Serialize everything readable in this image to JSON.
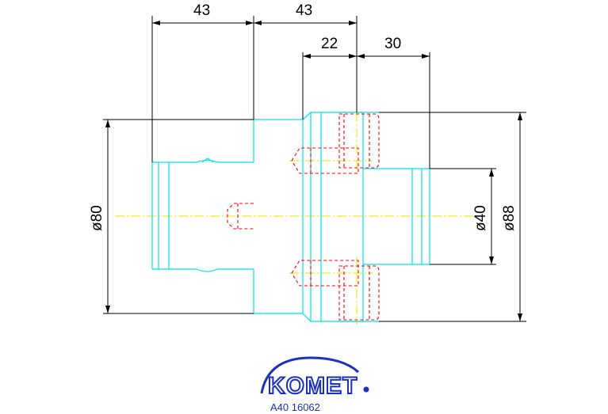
{
  "drawing": {
    "dimensions": {
      "top_left": "43",
      "top_right": "43",
      "mid_left": "22",
      "mid_right": "30",
      "diameter_left": "ø80",
      "diameter_inner": "ø40",
      "diameter_outer": "ø88"
    },
    "colors": {
      "outline": "#00e5e5",
      "hidden": "#ff0000",
      "centerline": "#e6e600",
      "dimension": "#000000",
      "brand": "#1a2fc4"
    }
  },
  "logo": {
    "brand": "KOMET",
    "part_number": "A40 16062"
  }
}
